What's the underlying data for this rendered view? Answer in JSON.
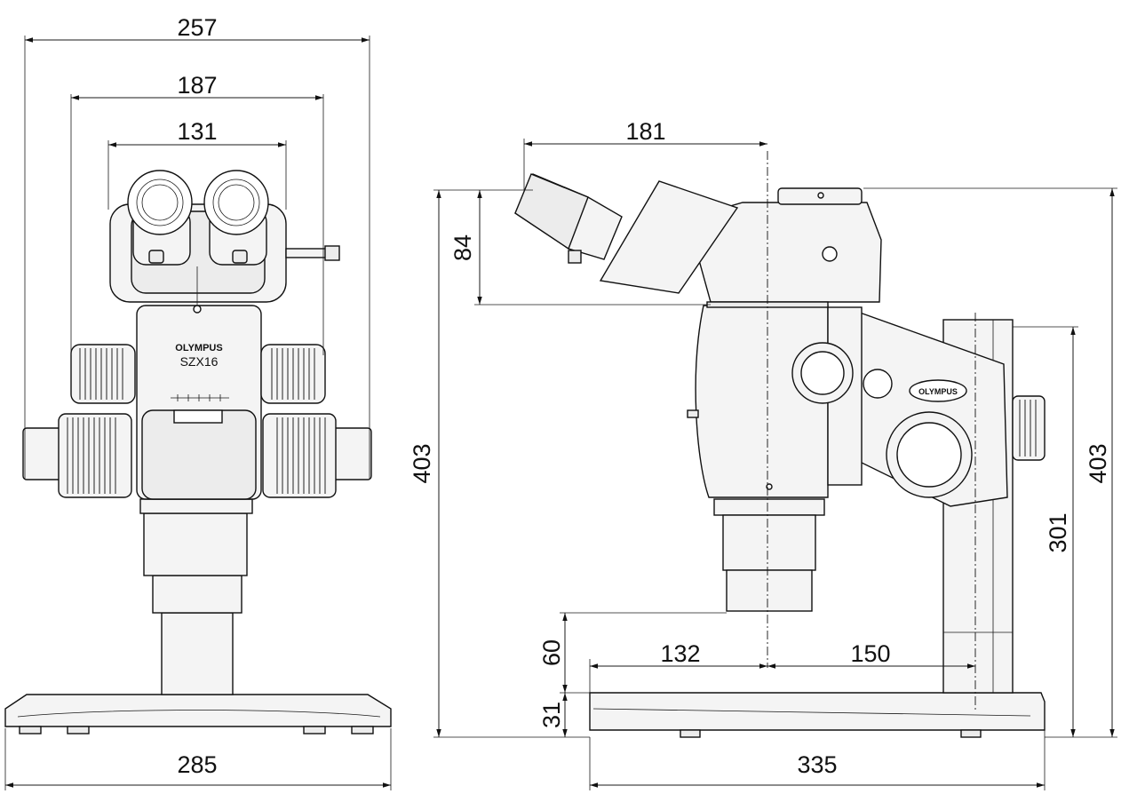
{
  "front_view": {
    "dim_width_top": "257",
    "dim_width_mid": "187",
    "dim_width_eyepiece": "131",
    "dim_base_width": "285",
    "brand": "OLYMPUS",
    "model": "SZX16"
  },
  "side_view": {
    "dim_eyepiece_reach": "181",
    "dim_head_height": "84",
    "dim_total_height_left": "403",
    "dim_total_height_right": "403",
    "dim_arm_height": "301",
    "dim_working_height": "60",
    "dim_base_thickness": "31",
    "dim_front_reach": "132",
    "dim_rear_reach": "150",
    "dim_base_depth": "335",
    "brand": "OLYMPUS"
  }
}
